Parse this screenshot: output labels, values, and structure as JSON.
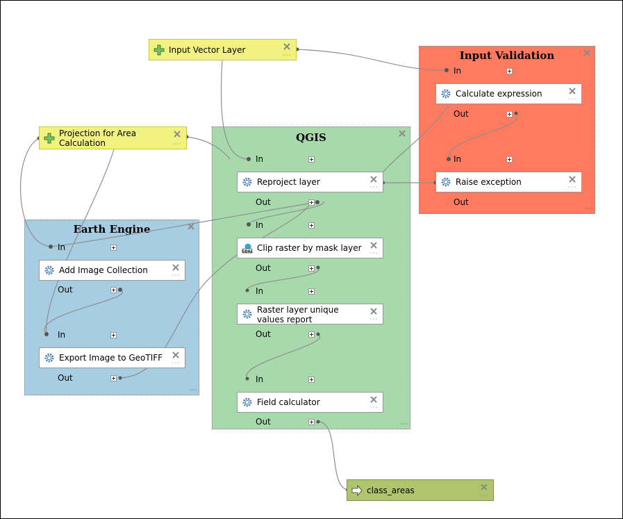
{
  "groups": {
    "qgis": "QGIS",
    "earth_engine": "Earth Engine",
    "input_validation": "Input Validation"
  },
  "nodes": {
    "input_vector_layer": "Input Vector Layer",
    "projection_area": "Projection for Area Calculation",
    "reproject_layer": "Reproject layer",
    "clip_raster": "Clip raster by mask layer",
    "raster_unique": "Raster layer unique values report",
    "field_calculator": "Field calculator",
    "add_image_collection": "Add Image Collection",
    "export_geotiff": "Export Image to GeoTIFF",
    "calculate_expression": "Calculate expression",
    "raise_exception": "Raise exception",
    "class_areas": "class_areas"
  },
  "ports": {
    "in": "In",
    "out": "Out"
  },
  "icons": {
    "input": "plus-cross-icon",
    "algorithm": "gear-icon",
    "gdal": "gdal-icon",
    "output": "arrow-right-icon",
    "delete": "close-icon"
  },
  "colors": {
    "qgis_group": "#a7d9ac",
    "earth_engine_group": "#a7cde2",
    "validation_group": "#ff7a5f",
    "input_node": "#f1f280",
    "output_node": "#aec56d"
  }
}
